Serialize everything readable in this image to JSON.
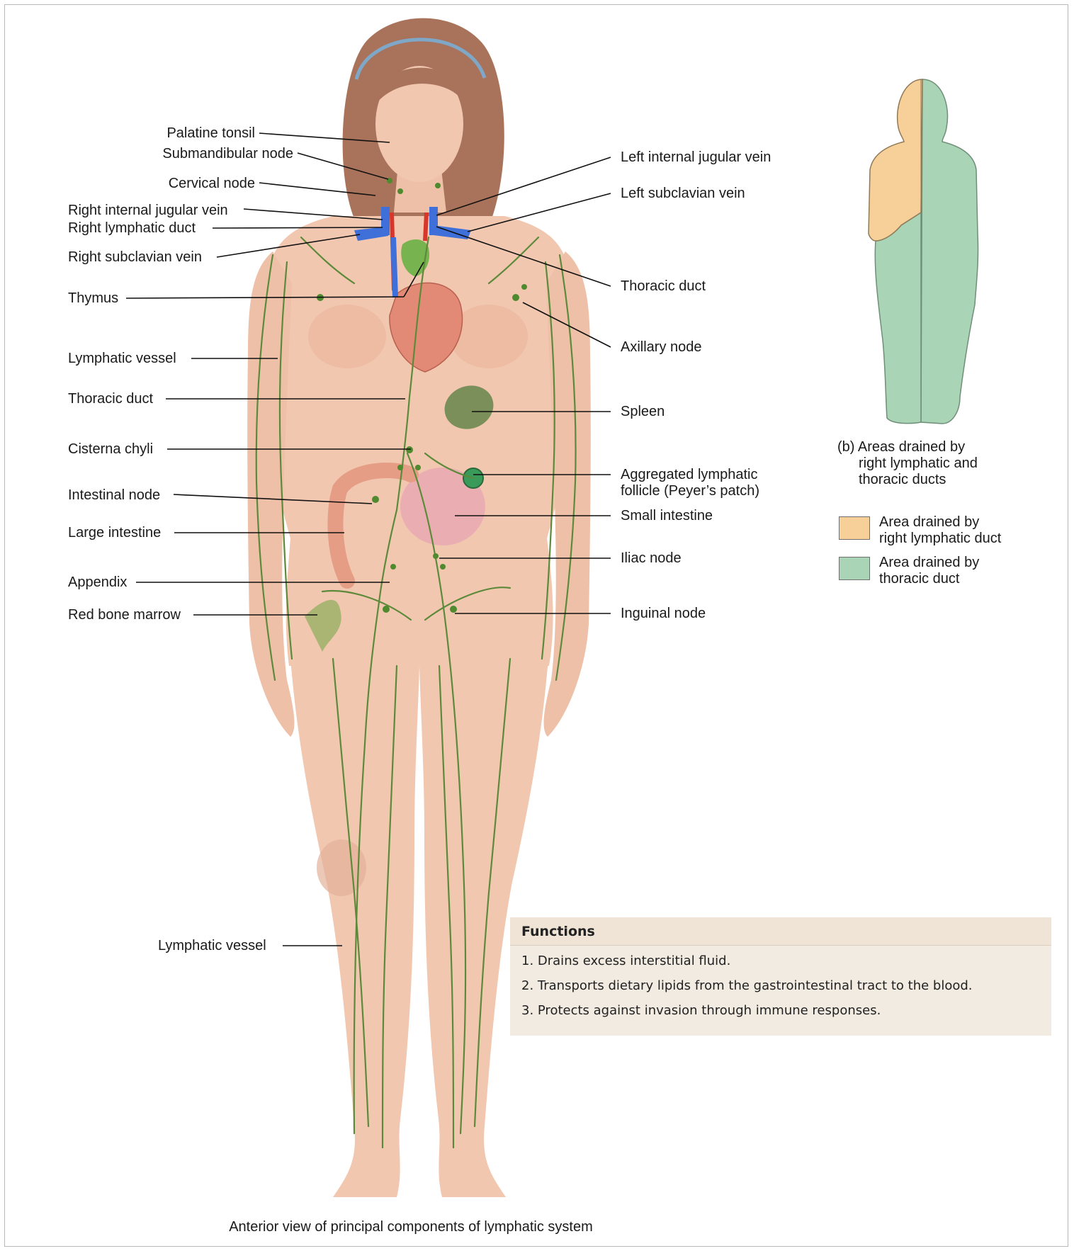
{
  "colors": {
    "skin": "#f2c7b0",
    "skin_shadow": "#e2a98f",
    "hair": "#a8735a",
    "lymph_green": "#5c8a3a",
    "vein_blue": "#3f6fd8",
    "artery_red": "#d9362b",
    "right_lymphatic_area": "#f7cf98",
    "thoracic_area": "#a9d4b6",
    "functions_bg": "#f2ebe1"
  },
  "labels_left": {
    "palatine_tonsil": "Palatine tonsil",
    "submandibular_node": "Submandibular node",
    "cervical_node": "Cervical node",
    "right_internal_jugular_vein": "Right internal jugular vein",
    "right_lymphatic_duct": "Right lymphatic duct",
    "right_subclavian_vein": "Right subclavian vein",
    "thymus": "Thymus",
    "lymphatic_vessel": "Lymphatic vessel",
    "thoracic_duct": "Thoracic duct",
    "cisterna_chyli": "Cisterna chyli",
    "intestinal_node": "Intestinal node",
    "large_intestine": "Large intestine",
    "appendix": "Appendix",
    "red_bone_marrow": "Red bone marrow",
    "lymphatic_vessel_leg": "Lymphatic vessel"
  },
  "labels_right": {
    "left_internal_jugular_vein": "Left internal jugular vein",
    "left_subclavian_vein": "Left subclavian vein",
    "thoracic_duct": "Thoracic duct",
    "axillary_node": "Axillary node",
    "spleen": "Spleen",
    "aggregated_follicle_line1": "Aggregated lymphatic",
    "aggregated_follicle_line2": "follicle (Peyer’s patch)",
    "small_intestine": "Small intestine",
    "iliac_node": "Iliac node",
    "inguinal_node": "Inguinal node"
  },
  "inset": {
    "caption_line1": "(b) Areas drained by",
    "caption_line2": "right lymphatic and",
    "caption_line3": "thoracic ducts",
    "legend": [
      {
        "line1": "Area drained by",
        "line2": "right lymphatic duct",
        "color": "#f7cf98"
      },
      {
        "line1": "Area drained by",
        "line2": "thoracic duct",
        "color": "#a9d4b6"
      }
    ]
  },
  "functions": {
    "title": "Functions",
    "items": [
      "1. Drains excess interstitial fluid.",
      "2. Transports dietary lipids from the gastrointestinal tract to the blood.",
      "3. Protects against invasion through immune responses."
    ]
  },
  "caption": "Anterior view of principal components of lymphatic system"
}
